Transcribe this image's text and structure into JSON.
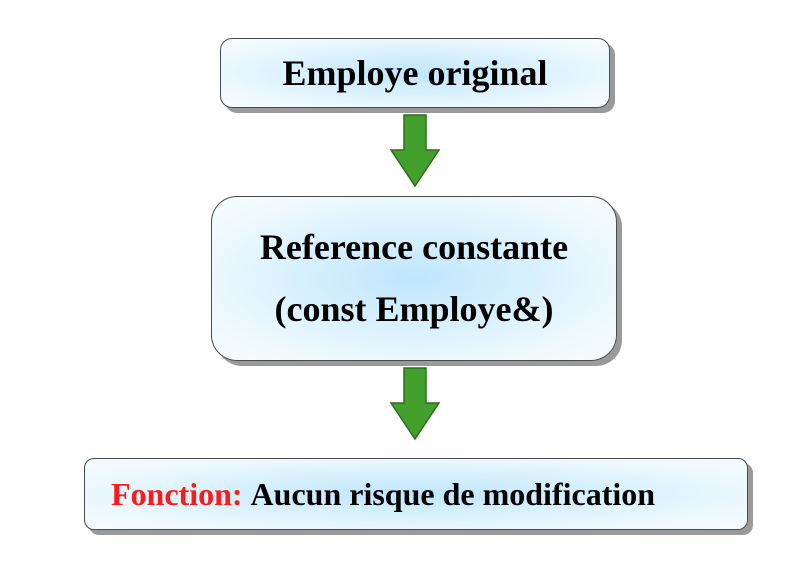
{
  "nodes": {
    "original": {
      "label": "Employe original"
    },
    "reference": {
      "line1": "Reference constante",
      "line2": "(const Employe&)"
    },
    "function": {
      "prefix": "Fonction:",
      "text": "Aucun risque de modification"
    }
  },
  "colors": {
    "box_fill_center": "#bfe6fb",
    "box_fill_edge": "#f6fcff",
    "box_border": "#4a4a4a",
    "arrow_fill": "#44a02c",
    "arrow_stroke": "#2c6e1c",
    "prefix_color": "#ff1a1a",
    "text_color": "#000000"
  },
  "edges": [
    {
      "from": "original",
      "to": "reference",
      "icon": "down-arrow-icon"
    },
    {
      "from": "reference",
      "to": "function",
      "icon": "down-arrow-icon"
    }
  ]
}
